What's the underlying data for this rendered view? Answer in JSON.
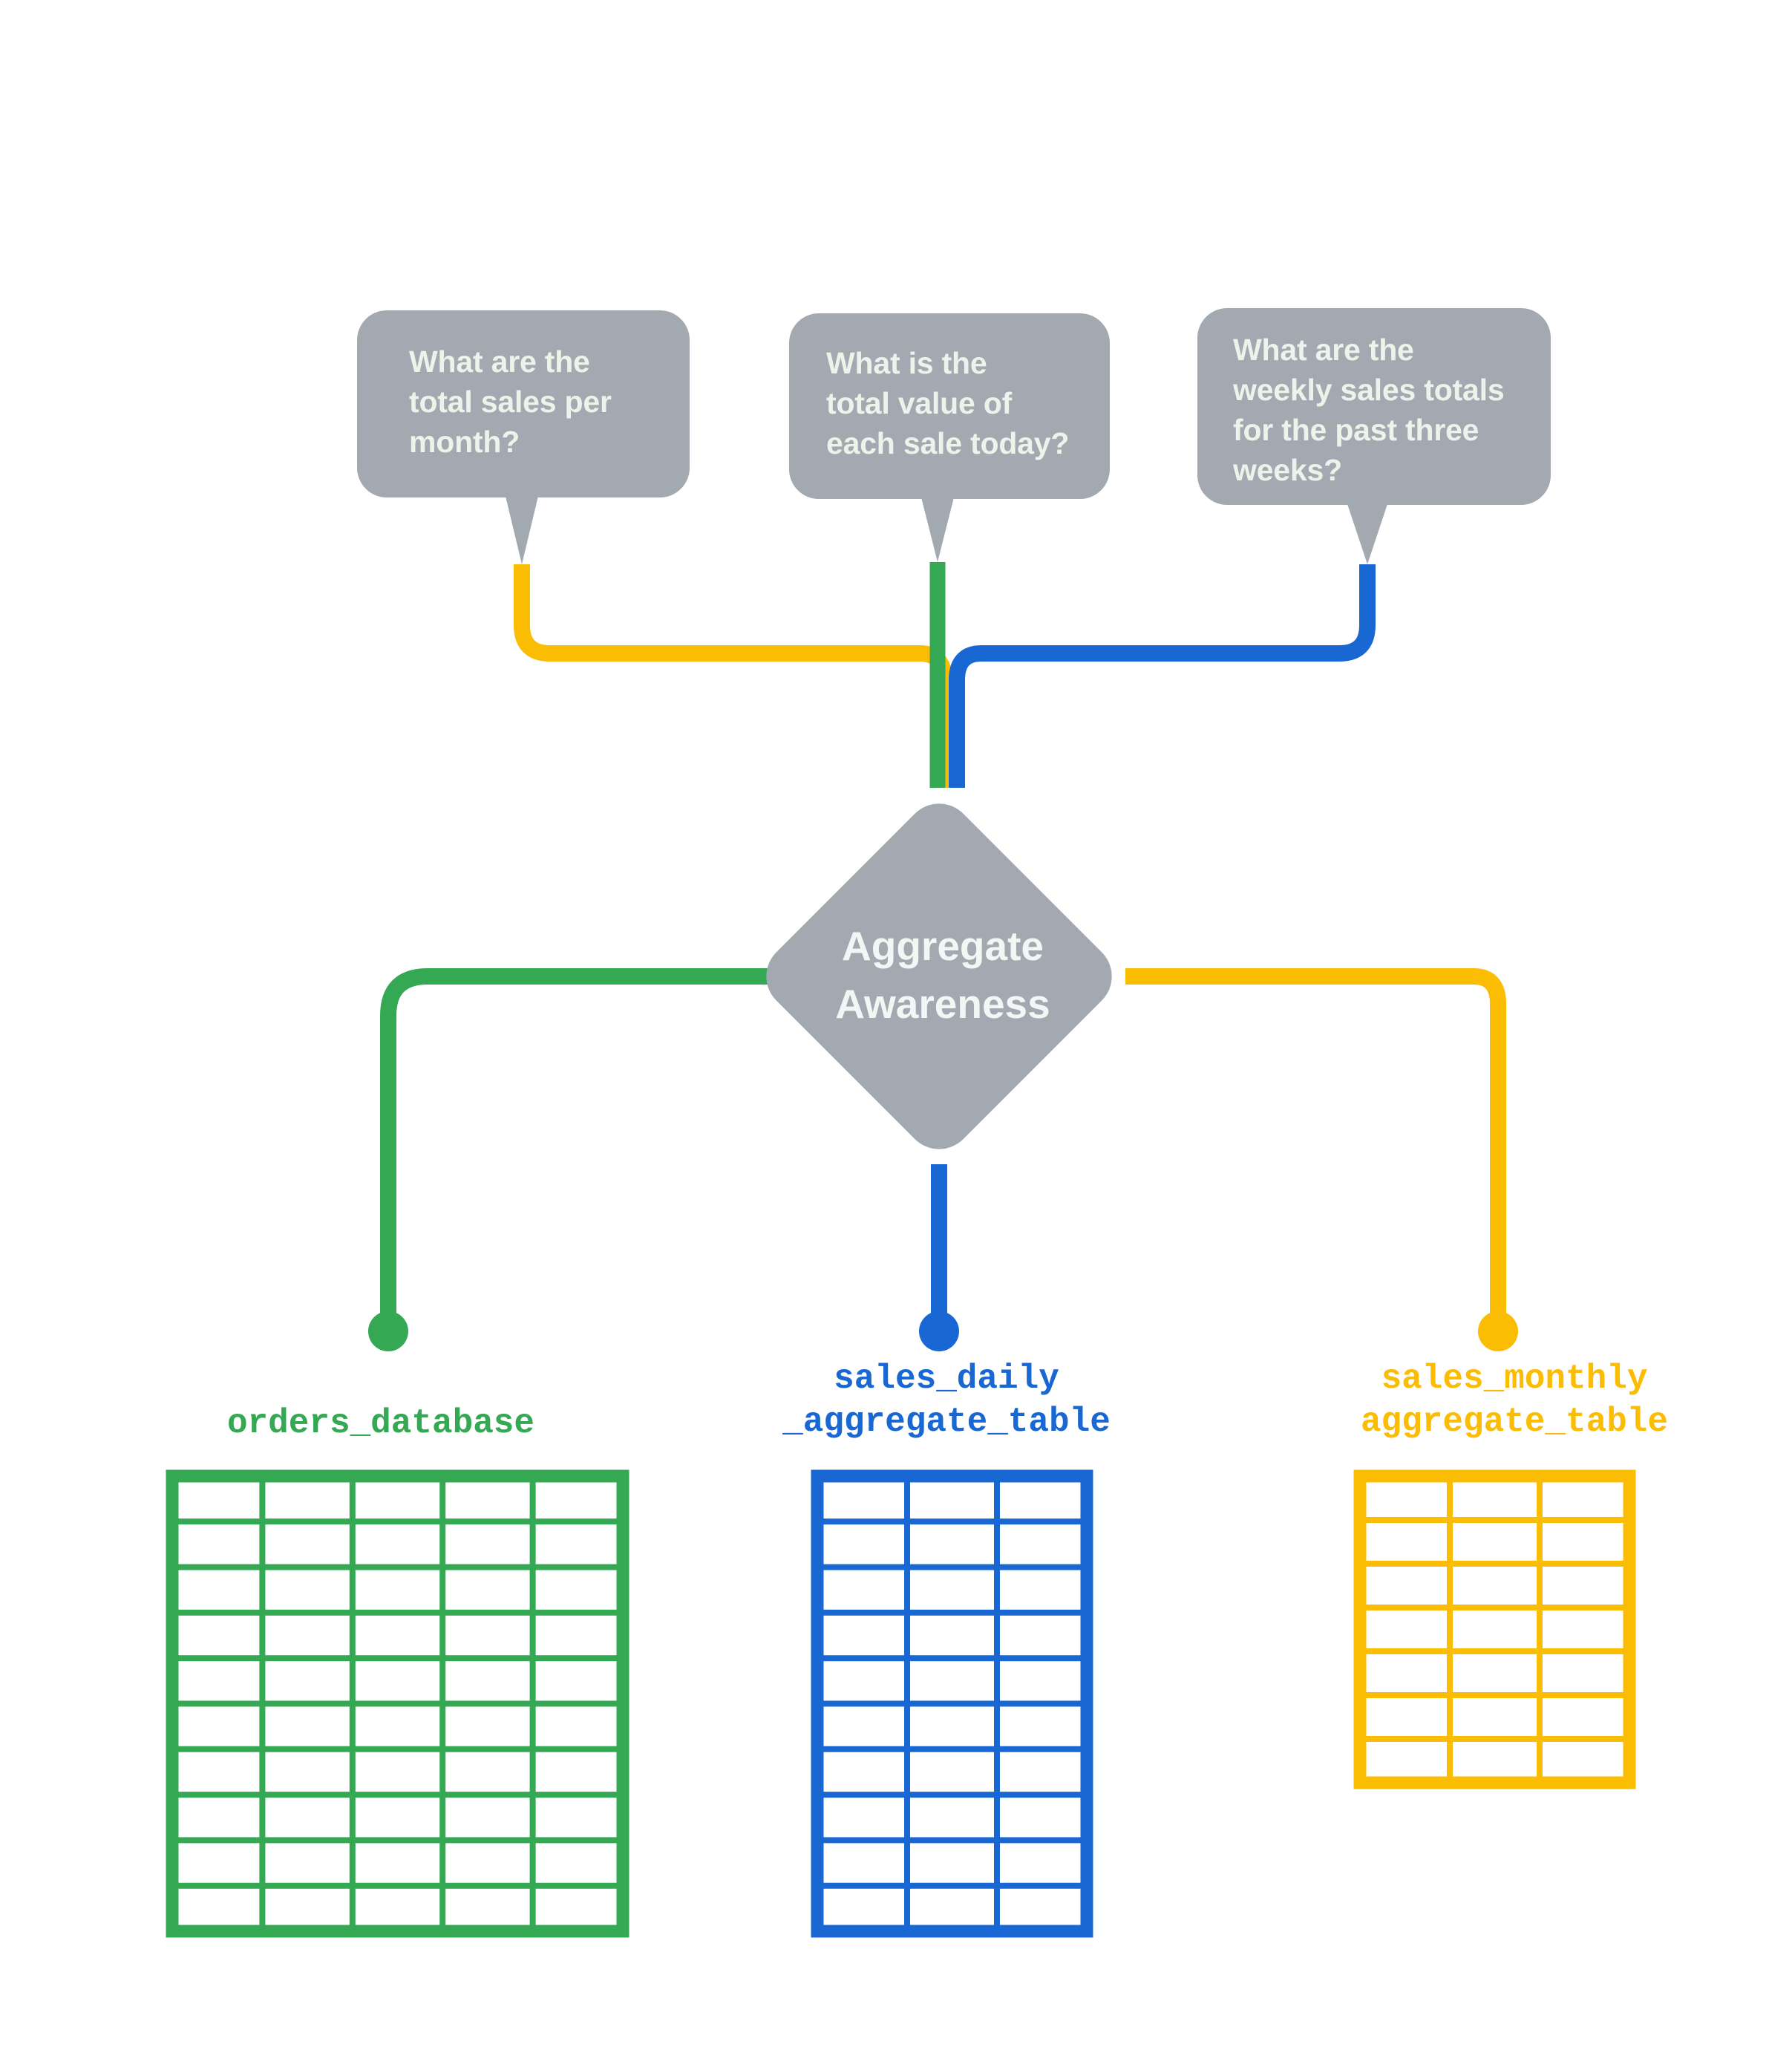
{
  "diagram": {
    "title": "Aggregate Awareness",
    "center_node": {
      "label": "Aggregate\nAwareness",
      "shape": "diamond",
      "color": "#A2A9B0"
    },
    "questions": [
      {
        "id": "monthly-question",
        "text": "What are the\ntotal sales per\nmonth?",
        "connector_color": "#FBBC04",
        "routes_to": "sales_monthly aggregate_table"
      },
      {
        "id": "daily-question",
        "text": "What is the\ntotal value of\neach sale today?",
        "connector_color": "#34A853",
        "routes_to": "orders_database"
      },
      {
        "id": "weekly-question",
        "text": "What are the\nweekly sales totals\nfor the past three\nweeks?",
        "connector_color": "#1967D2",
        "routes_to": "sales_daily_aggregate_table"
      }
    ],
    "tables": [
      {
        "id": "orders-database",
        "caption": "orders_database",
        "color": "#34A853",
        "columns": 5,
        "rows": 10
      },
      {
        "id": "sales-daily-aggregate-table",
        "caption": "sales_daily\n_aggregate_table",
        "color": "#1967D2",
        "columns": 3,
        "rows": 10
      },
      {
        "id": "sales-monthly-aggregate-table",
        "caption": "sales_monthly\naggregate_table",
        "color": "#FBBC04",
        "columns": 3,
        "rows": 7
      }
    ],
    "colors": {
      "green": "#34A853",
      "blue": "#1967D2",
      "yellow": "#FBBC04",
      "gray": "#A2A9B0",
      "bubble_text": "#EAF4EA",
      "diamond_text": "#F2F7F5",
      "background": "#FFFFFF"
    }
  }
}
